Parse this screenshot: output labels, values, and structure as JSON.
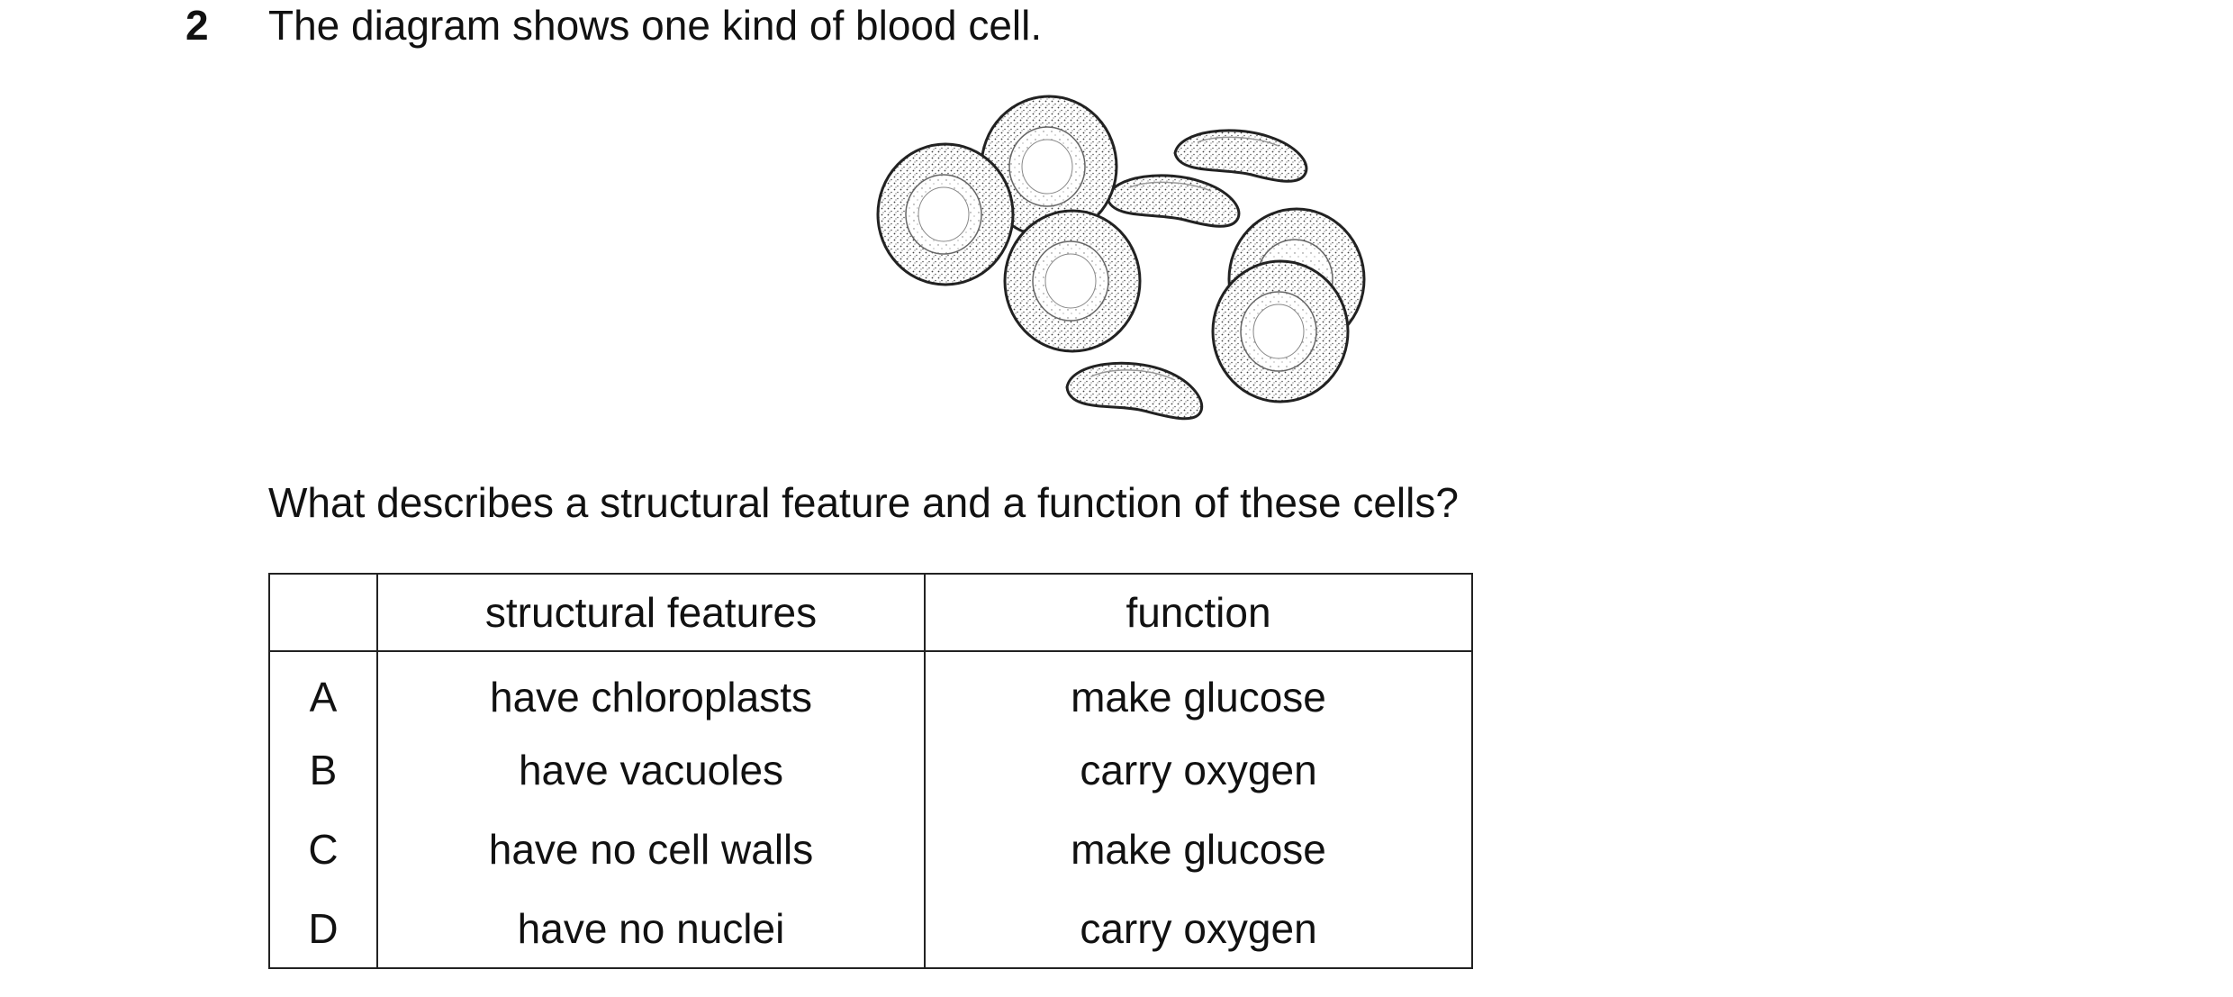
{
  "question": {
    "number": "2",
    "stem": "The diagram shows one kind of blood cell.",
    "prompt": "What describes a structural feature and a function of these cells?"
  },
  "table": {
    "headers": [
      "",
      "structural features",
      "function"
    ],
    "rows": [
      {
        "letter": "A",
        "feature": "have chloroplasts",
        "function": "make glucose"
      },
      {
        "letter": "B",
        "feature": "have vacuoles",
        "function": "carry oxygen"
      },
      {
        "letter": "C",
        "feature": "have no cell walls",
        "function": "make glucose"
      },
      {
        "letter": "D",
        "feature": "have no nuclei",
        "function": "carry oxygen"
      }
    ]
  }
}
